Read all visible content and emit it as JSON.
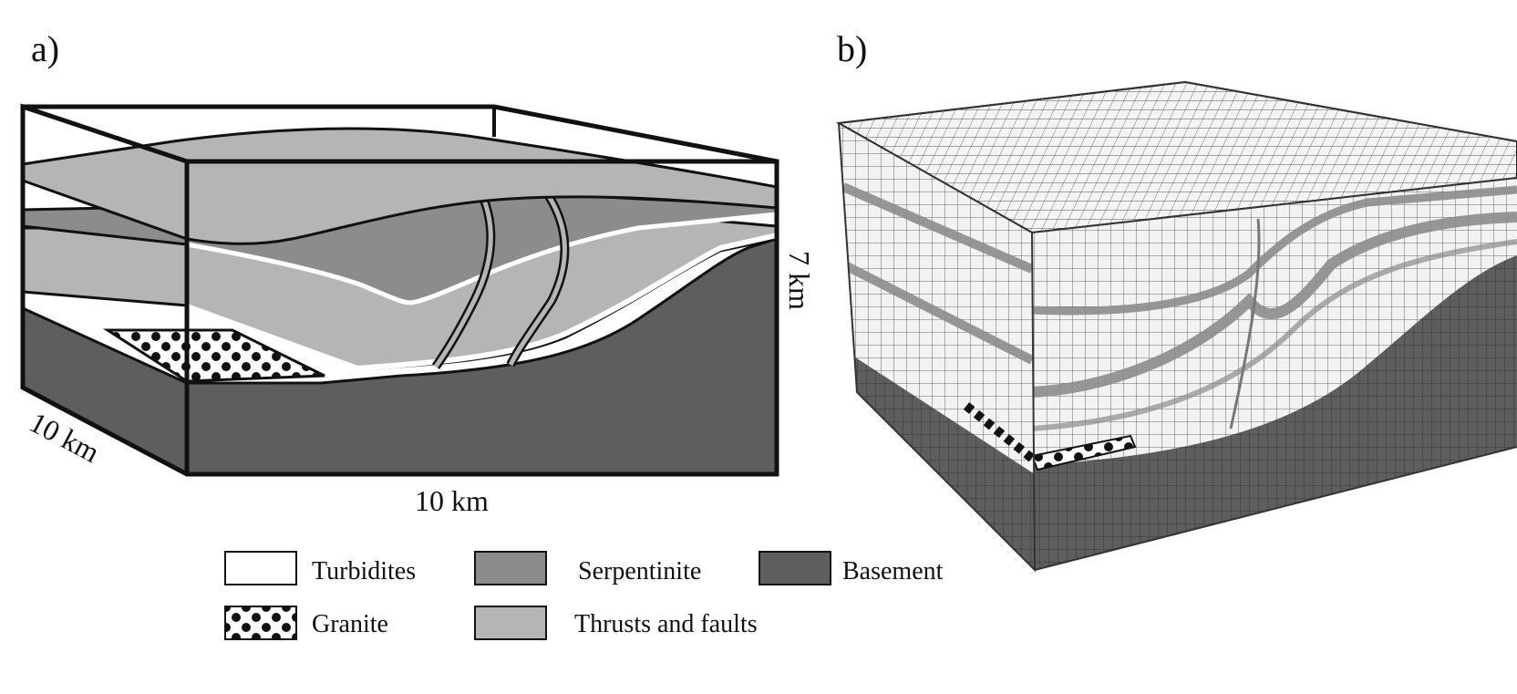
{
  "panels": {
    "a": "a)",
    "b": "b)"
  },
  "dimensions": {
    "depth": "10 km",
    "width": "10 km",
    "height": "7 km"
  },
  "legend": [
    {
      "key": "turbidites",
      "label": "Turbidites",
      "fill": "#ffffff"
    },
    {
      "key": "serpentinite",
      "label": "Serpentinite",
      "fill": "#8c8c8c"
    },
    {
      "key": "basement",
      "label": "Basement",
      "fill": "#5e5e5e"
    },
    {
      "key": "granite",
      "label": "Granite",
      "fill": "pattern"
    },
    {
      "key": "thrusts",
      "label": "Thrusts and faults",
      "fill": "#b5b5b5"
    }
  ],
  "colors": {
    "turbidites": "#ffffff",
    "serpentinite": "#8c8c8c",
    "basement": "#5e5e5e",
    "thrusts": "#b5b5b5",
    "outline": "#111111"
  }
}
